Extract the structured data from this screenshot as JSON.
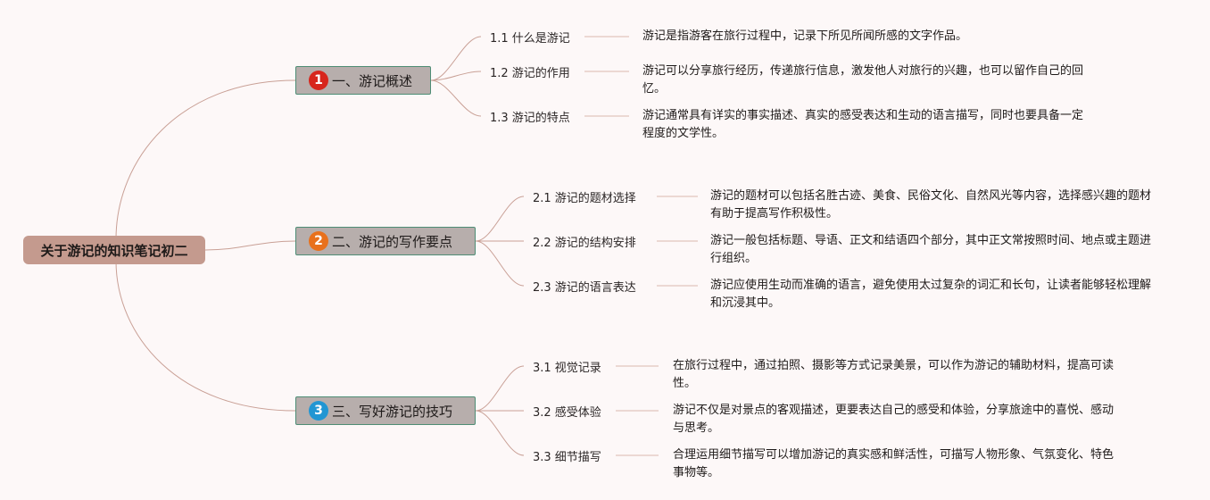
{
  "root": {
    "label": "关于游记的知识笔记初二"
  },
  "branches": [
    {
      "number": "1",
      "label": "一、游记概述",
      "badge_color": "#d7261d",
      "children": [
        {
          "label": "1.1 什么是游记",
          "desc": "游记是指游客在旅行过程中，记录下所见所闻所感的文字作品。"
        },
        {
          "label": "1.2 游记的作用",
          "desc": "游记可以分享旅行经历，传递旅行信息，激发他人对旅行的兴趣，也可以留作自己的回忆。"
        },
        {
          "label": "1.3 游记的特点",
          "desc": "游记通常具有详实的事实描述、真实的感受表达和生动的语言描写，同时也要具备一定程度的文学性。"
        }
      ]
    },
    {
      "number": "2",
      "label": "二、游记的写作要点",
      "badge_color": "#e8711c",
      "children": [
        {
          "label": "2.1 游记的题材选择",
          "desc": "游记的题材可以包括名胜古迹、美食、民俗文化、自然风光等内容，选择感兴趣的题材有助于提高写作积极性。"
        },
        {
          "label": "2.2 游记的结构安排",
          "desc": "游记一般包括标题、导语、正文和结语四个部分，其中正文常按照时间、地点或主题进行组织。"
        },
        {
          "label": "2.3 游记的语言表达",
          "desc": "游记应使用生动而准确的语言，避免使用太过复杂的词汇和长句，让读者能够轻松理解和沉浸其中。"
        }
      ]
    },
    {
      "number": "3",
      "label": "三、写好游记的技巧",
      "badge_color": "#2196d3",
      "children": [
        {
          "label": "3.1 视觉记录",
          "desc": "在旅行过程中，通过拍照、摄影等方式记录美景，可以作为游记的辅助材料，提高可读性。"
        },
        {
          "label": "3.2 感受体验",
          "desc": "游记不仅是对景点的客观描述，更要表达自己的感受和体验，分享旅途中的喜悦、感动与思考。"
        },
        {
          "label": "3.3 细节描写",
          "desc": "合理运用细节描写可以增加游记的真实感和鲜活性，可描写人物形象、气氛变化、特色事物等。"
        }
      ]
    }
  ],
  "colors": {
    "link": "#c9a096",
    "leaf_line": "#e2c4bd"
  }
}
